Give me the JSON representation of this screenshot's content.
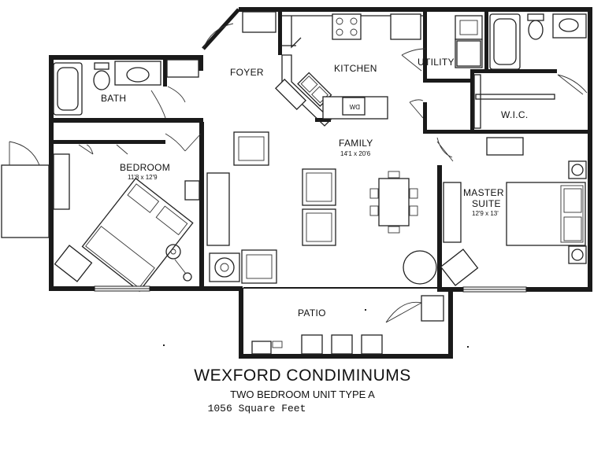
{
  "plan": {
    "title": "WEXFORD CONDIMINUMS",
    "subtitle": "TWO BEDROOM UNIT  TYPE A",
    "area": "1056 Square Feet"
  },
  "rooms": {
    "foyer": {
      "label": "FOYER"
    },
    "kitchen": {
      "label": "KITCHEN"
    },
    "utility": {
      "label": "UTILITY"
    },
    "bath": {
      "label": "BATH"
    },
    "wic": {
      "label": "W.I.C."
    },
    "family": {
      "label": "FAMILY",
      "dims": "14'1 x 20'6"
    },
    "bedroom": {
      "label": "BEDROOM",
      "dims": "11'8 x 12'9"
    },
    "master_line1": {
      "label": "MASTER"
    },
    "master_line2": {
      "label": "SUITE",
      "dims": "12'9 x 13'"
    },
    "patio": {
      "label": "PATIO"
    }
  },
  "fixtures": {
    "dishwasher_label": "DW"
  },
  "colors": {
    "ink": "#1a1a1a",
    "paper": "#ffffff"
  }
}
